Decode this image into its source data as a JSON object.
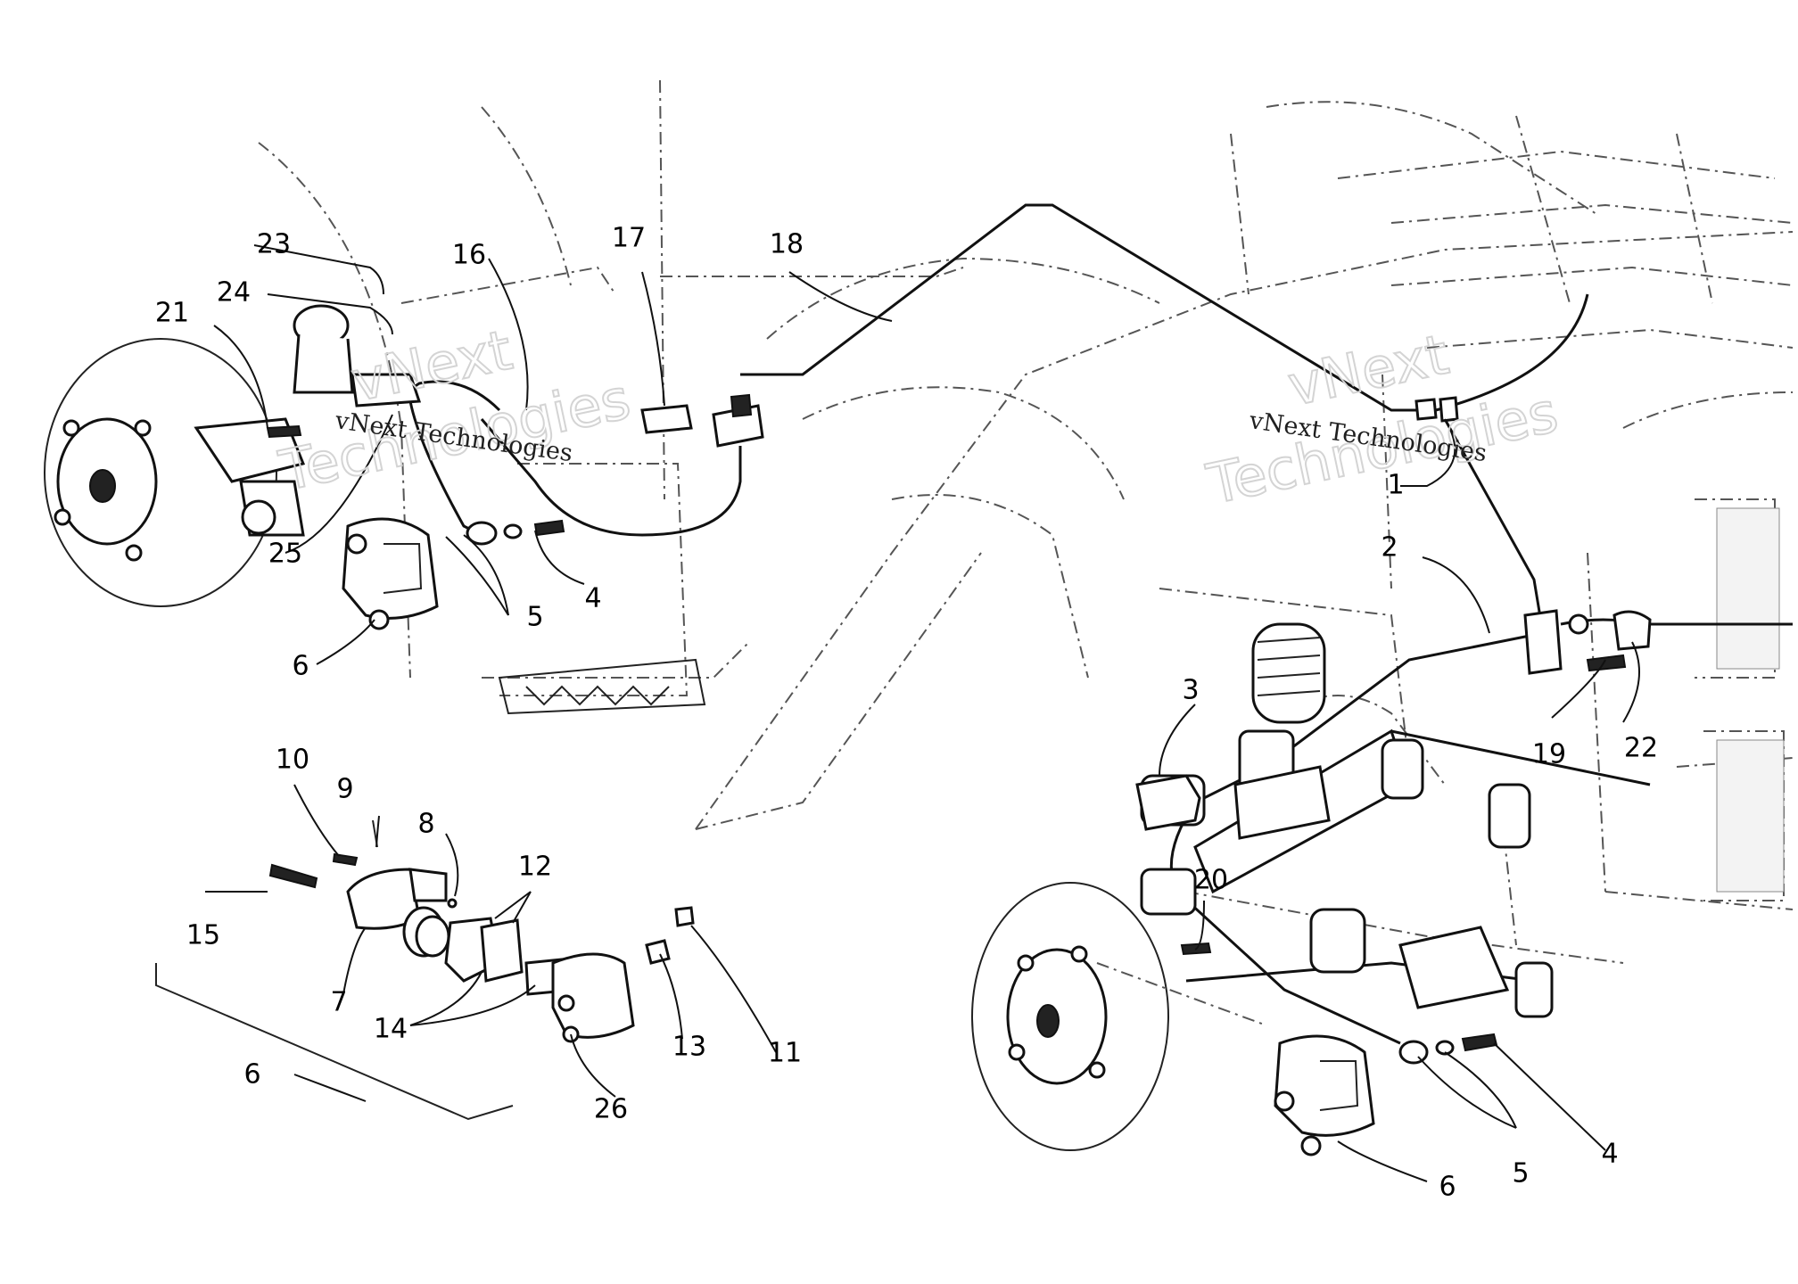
{
  "watermark": {
    "brand_line1": "vNext",
    "brand_line2": "Technologies",
    "caption": "vNext Technologies"
  },
  "callouts": [
    {
      "id": "1",
      "label": "1"
    },
    {
      "id": "2",
      "label": "2"
    },
    {
      "id": "3",
      "label": "3"
    },
    {
      "id": "4a",
      "label": "4"
    },
    {
      "id": "4b",
      "label": "4"
    },
    {
      "id": "5a",
      "label": "5"
    },
    {
      "id": "5b",
      "label": "5"
    },
    {
      "id": "6a",
      "label": "6"
    },
    {
      "id": "6b",
      "label": "6"
    },
    {
      "id": "6c",
      "label": "6"
    },
    {
      "id": "7",
      "label": "7"
    },
    {
      "id": "8",
      "label": "8"
    },
    {
      "id": "9",
      "label": "9"
    },
    {
      "id": "10",
      "label": "10"
    },
    {
      "id": "11",
      "label": "11"
    },
    {
      "id": "12",
      "label": "12"
    },
    {
      "id": "13",
      "label": "13"
    },
    {
      "id": "14",
      "label": "14"
    },
    {
      "id": "15",
      "label": "15"
    },
    {
      "id": "16",
      "label": "16"
    },
    {
      "id": "17",
      "label": "17"
    },
    {
      "id": "18",
      "label": "18"
    },
    {
      "id": "19",
      "label": "19"
    },
    {
      "id": "20",
      "label": "20"
    },
    {
      "id": "21",
      "label": "21"
    },
    {
      "id": "22",
      "label": "22"
    },
    {
      "id": "23",
      "label": "23"
    },
    {
      "id": "24",
      "label": "24"
    },
    {
      "id": "25",
      "label": "25"
    },
    {
      "id": "26",
      "label": "26"
    }
  ]
}
